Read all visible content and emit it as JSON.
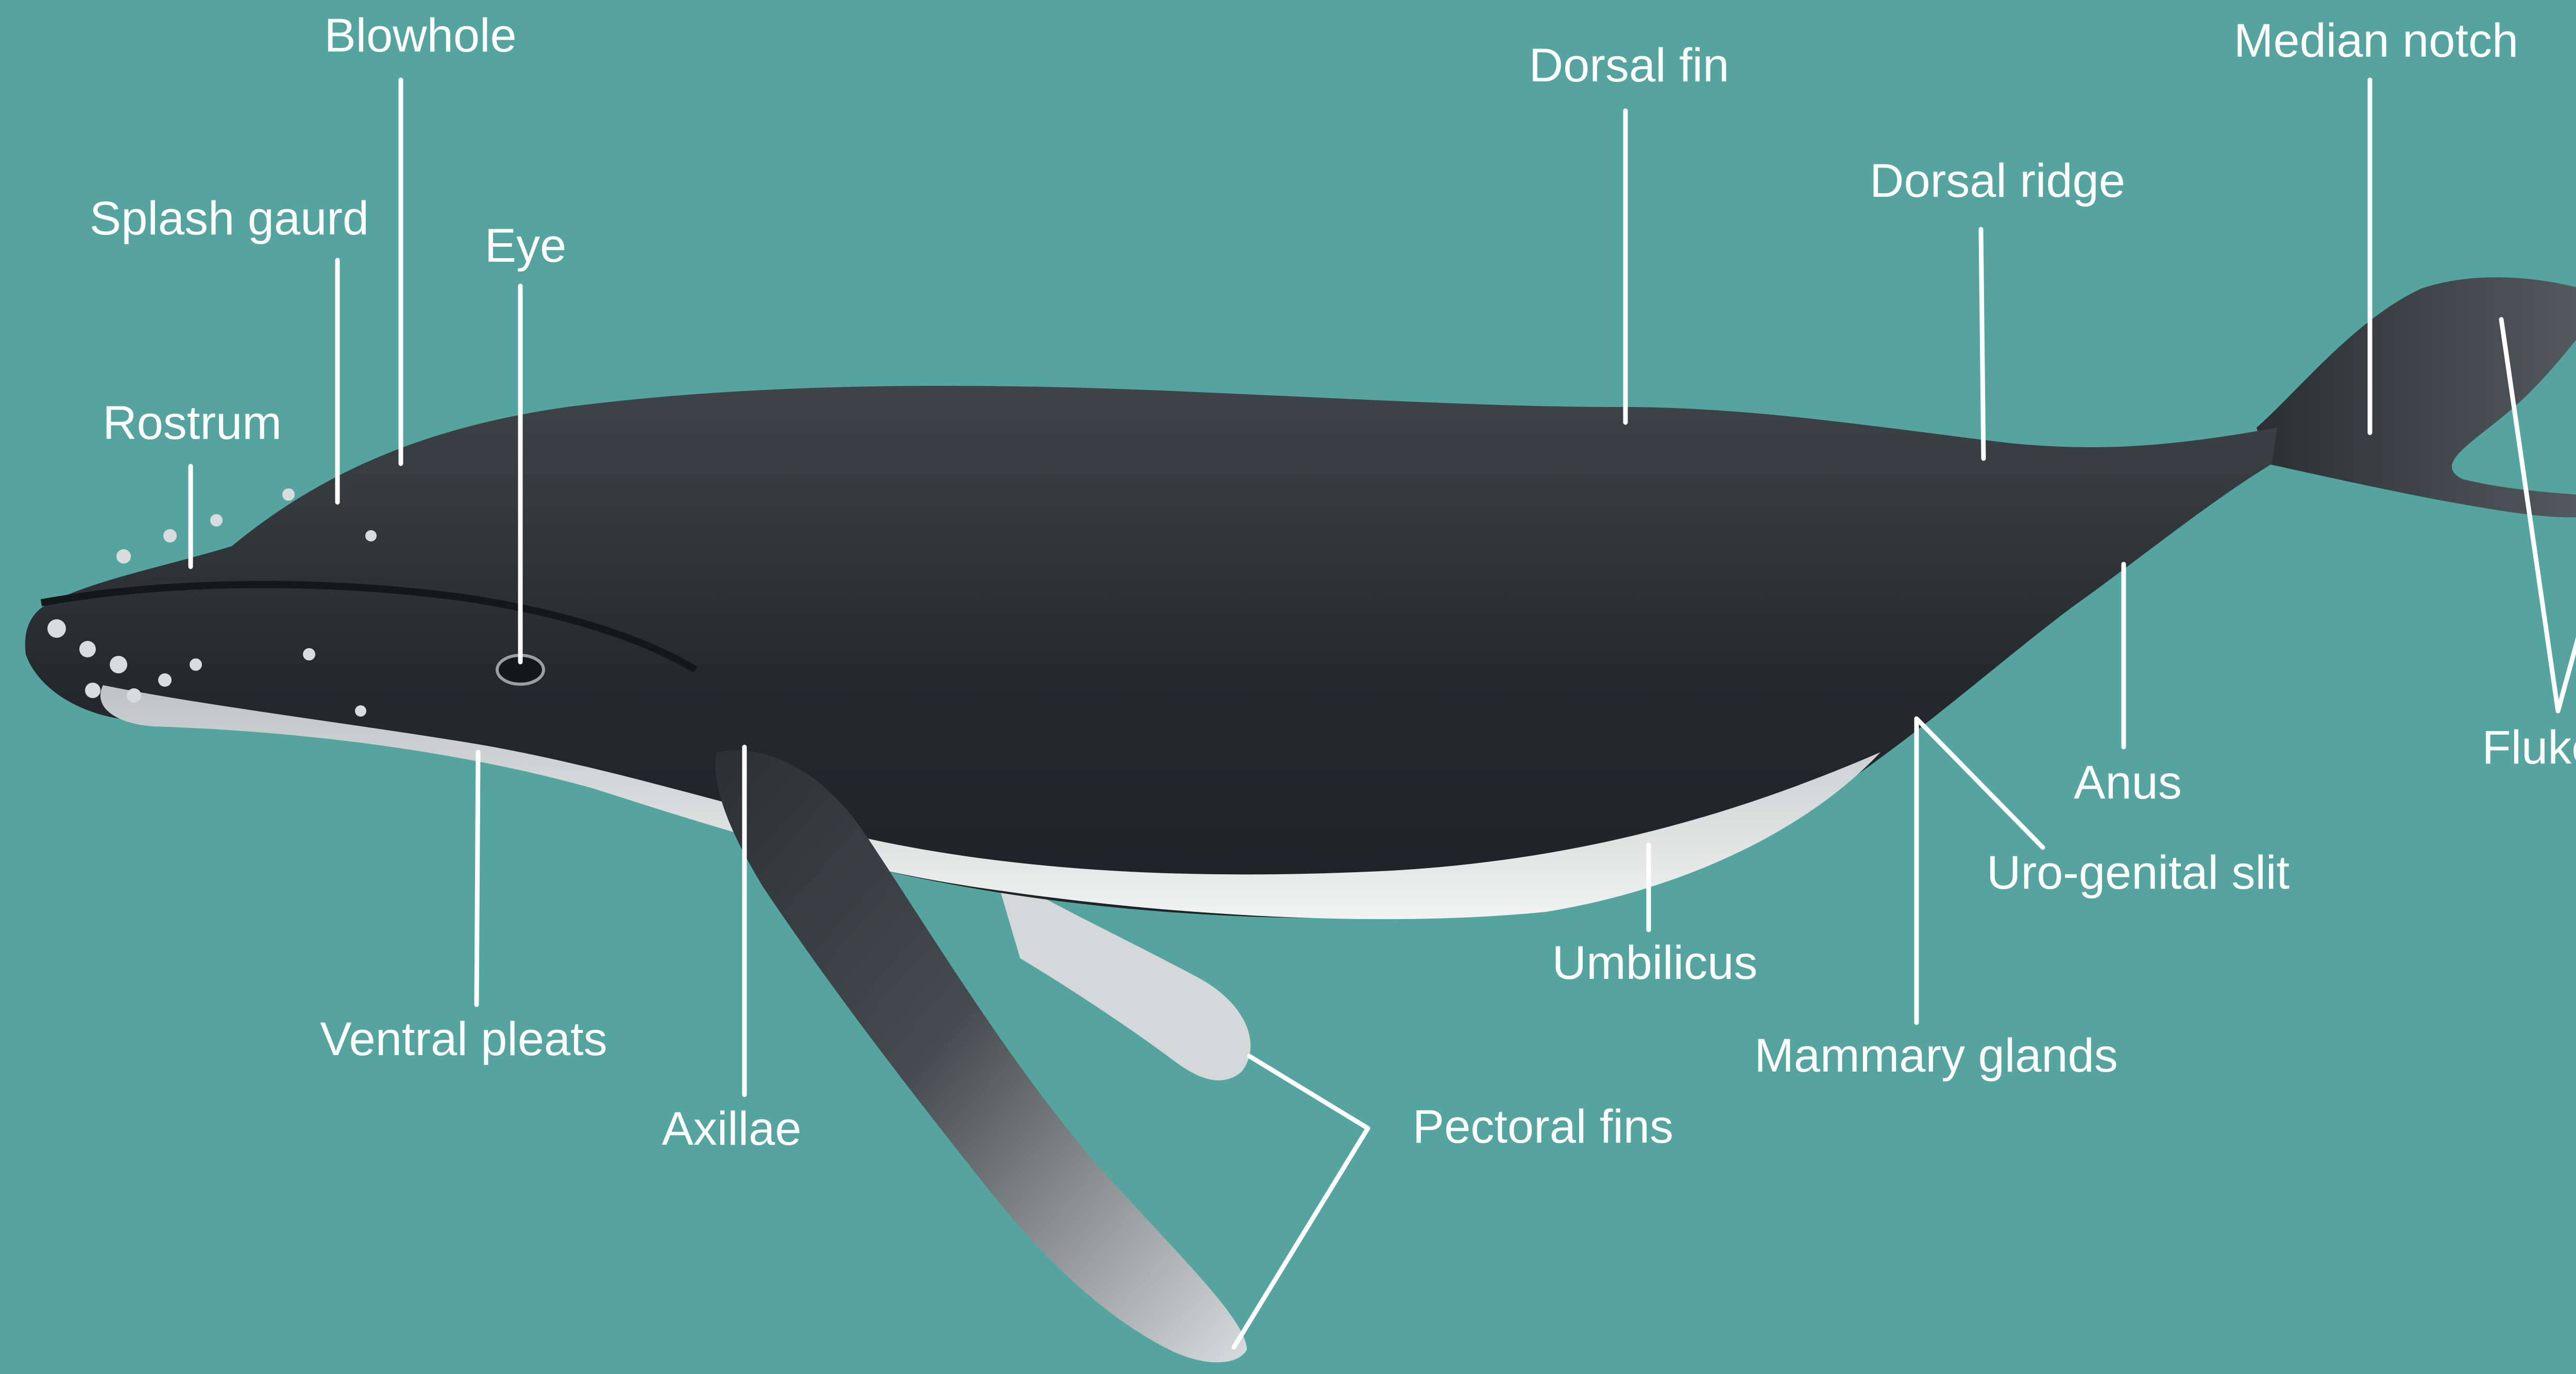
{
  "colors": {
    "background": "#56a49f",
    "whale_dark": "#2a2f32",
    "whale_light": "#e6e8e8",
    "label_text": "#ffffff"
  },
  "labels": {
    "blowhole": "Blowhole",
    "splash_guard": "Splash gaurd",
    "eye": "Eye",
    "rostrum": "Rostrum",
    "dorsal_fin": "Dorsal fin",
    "median_notch": "Median notch",
    "dorsal_ridge": "Dorsal ridge",
    "flukes": "Flukes",
    "anus": "Anus",
    "uro_genital_slit": "Uro-genital slit",
    "umbilicus": "Umbilicus",
    "mammary_glands": "Mammary glands",
    "pectoral_fins": "Pectoral fins",
    "ventral_pleats": "Ventral pleats",
    "axillae": "Axillae"
  }
}
